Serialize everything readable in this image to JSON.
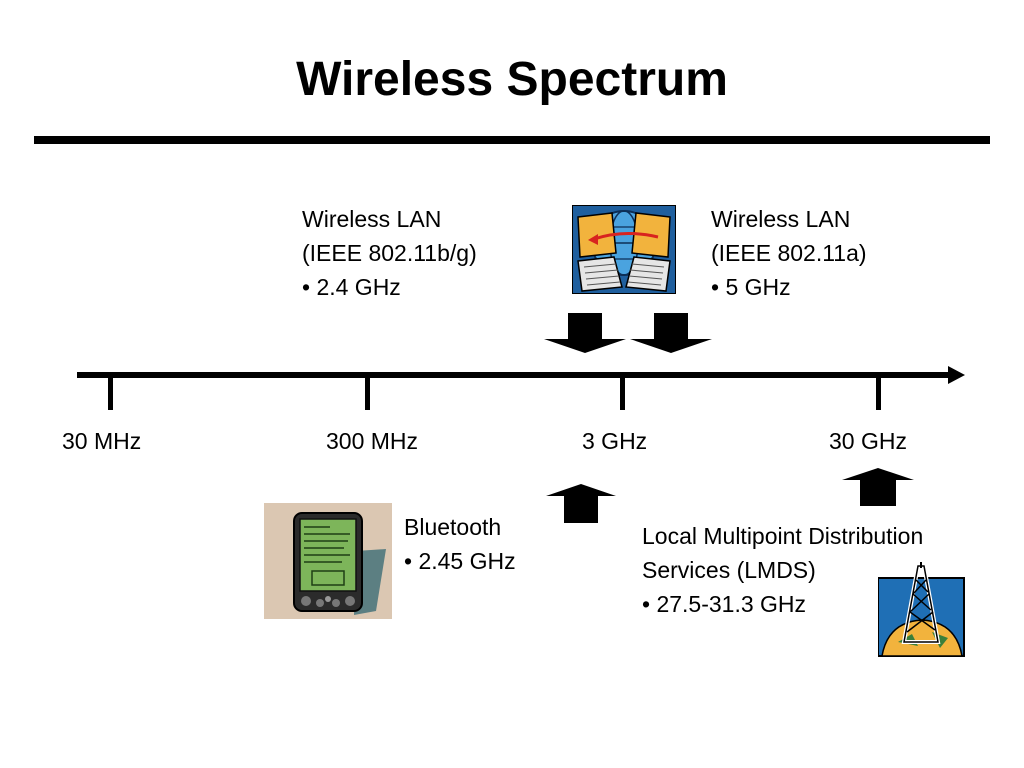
{
  "title": "Wireless Spectrum",
  "axis": {
    "ticks": [
      {
        "label": "30 MHz"
      },
      {
        "label": "300 MHz"
      },
      {
        "label": "3 GHz"
      },
      {
        "label": "30 GHz"
      }
    ]
  },
  "technologies": {
    "wlan_bg": {
      "line1": "Wireless LAN",
      "line2": "(IEEE 802.11b/g)",
      "line3": "• 2.4 GHz"
    },
    "wlan_a": {
      "line1": "Wireless LAN",
      "line2": "(IEEE 802.11a)",
      "line3": "• 5 GHz"
    },
    "bluetooth": {
      "line1": "Bluetooth",
      "line2": "• 2.45 GHz"
    },
    "lmds": {
      "line1": "Local Multipoint Distribution",
      "line2": "Services (LMDS)",
      "line3": "• 27.5-31.3 GHz"
    }
  },
  "icons": {
    "network": "networked-computers-icon",
    "pda": "pda-handheld-icon",
    "tower": "radio-tower-icon"
  }
}
